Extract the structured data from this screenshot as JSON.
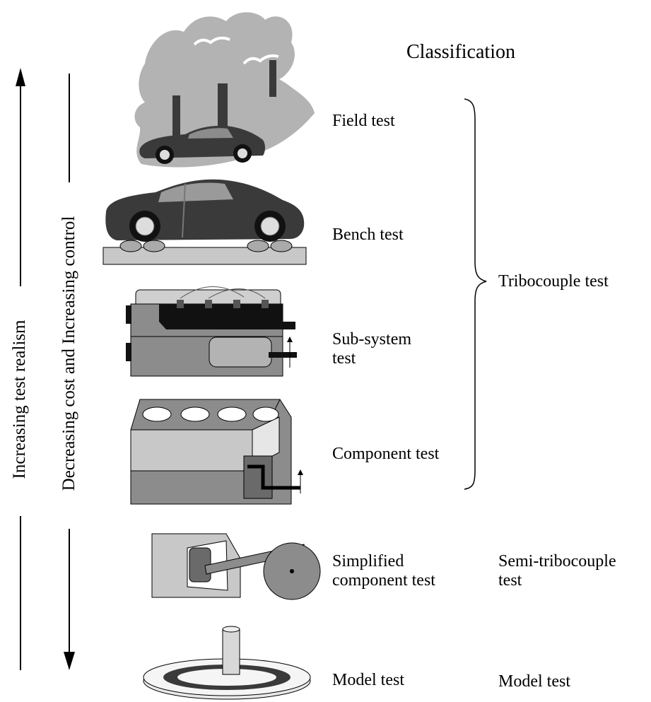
{
  "classification_heading": "Classification",
  "levels": [
    {
      "id": "field",
      "label": "Field test"
    },
    {
      "id": "bench",
      "label": "Bench test"
    },
    {
      "id": "subsystem",
      "label": "Sub-system\ntest"
    },
    {
      "id": "component",
      "label": "Component test"
    },
    {
      "id": "simplified",
      "label": "Simplified\ncomponent test"
    },
    {
      "id": "model",
      "label": "Model test"
    }
  ],
  "classes": {
    "tribocouple": "Tribocouple test",
    "semi_tribocouple": "Semi-tribocouple\ntest",
    "model": "Model test"
  },
  "axes": {
    "realism": "Increasing test realism",
    "cost_control": "Decreasing cost and Increasing control"
  },
  "colors": {
    "light_gray": "#b3b3b3",
    "mid_gray": "#8c8c8c",
    "dark_gray": "#3a3a3a",
    "black": "#000000"
  }
}
